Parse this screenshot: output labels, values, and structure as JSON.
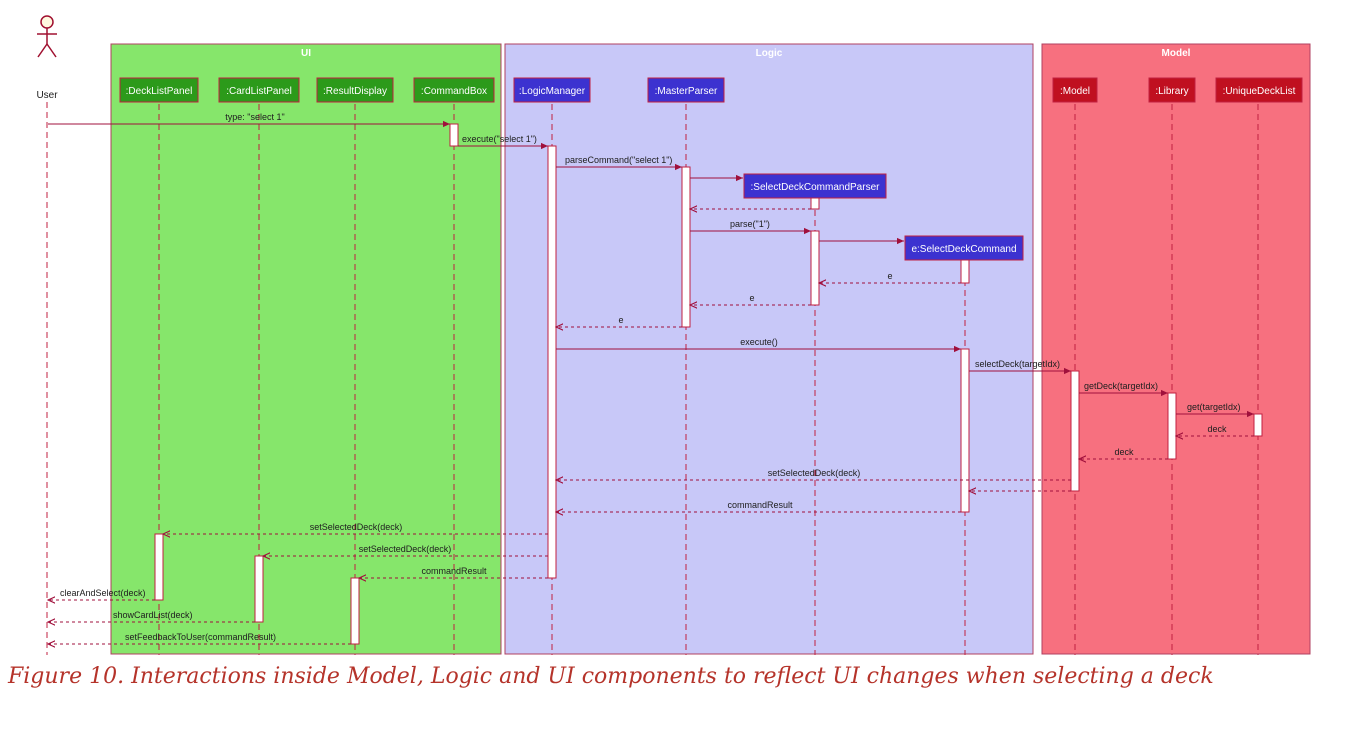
{
  "actor": {
    "label": "User"
  },
  "boxes": [
    {
      "id": "ui",
      "title": "UI"
    },
    {
      "id": "logic",
      "title": "Logic"
    },
    {
      "id": "model",
      "title": "Model"
    }
  ],
  "participants": [
    {
      "id": "user",
      "label": "User"
    },
    {
      "id": "decklistpanel",
      "label": ":DeckListPanel",
      "style": "ui"
    },
    {
      "id": "cardlistpanel",
      "label": ":CardListPanel",
      "style": "ui"
    },
    {
      "id": "resultdisplay",
      "label": ":ResultDisplay",
      "style": "ui"
    },
    {
      "id": "commandbox",
      "label": ":CommandBox",
      "style": "ui"
    },
    {
      "id": "logicmanager",
      "label": ":LogicManager",
      "style": "logic"
    },
    {
      "id": "masterparser",
      "label": ":MasterParser",
      "style": "logic"
    },
    {
      "id": "selectdeckcommandparser",
      "label": ":SelectDeckCommandParser",
      "style": "logic"
    },
    {
      "id": "selectdeckcommand",
      "label": "e:SelectDeckCommand",
      "style": "logic"
    },
    {
      "id": "model",
      "label": ":Model",
      "style": "model"
    },
    {
      "id": "library",
      "label": ":Library",
      "style": "model"
    },
    {
      "id": "uniquedecklist",
      "label": ":UniqueDeckList",
      "style": "model"
    }
  ],
  "messages": [
    {
      "from": "user",
      "to": "commandbox",
      "label": "type: \"select 1\"",
      "kind": "sync"
    },
    {
      "from": "commandbox",
      "to": "logicmanager",
      "label": "execute(\"select 1\")",
      "kind": "sync"
    },
    {
      "from": "logicmanager",
      "to": "masterparser",
      "label": "parseCommand(\"select 1\")",
      "kind": "sync"
    },
    {
      "from": "masterparser",
      "to": "selectdeckcommandparser",
      "label": "",
      "kind": "create"
    },
    {
      "from": "selectdeckcommandparser",
      "to": "masterparser",
      "label": "",
      "kind": "return"
    },
    {
      "from": "masterparser",
      "to": "selectdeckcommandparser",
      "label": "parse(\"1\")",
      "kind": "sync"
    },
    {
      "from": "selectdeckcommandparser",
      "to": "selectdeckcommand",
      "label": "",
      "kind": "create"
    },
    {
      "from": "selectdeckcommand",
      "to": "selectdeckcommandparser",
      "label": "e",
      "kind": "return"
    },
    {
      "from": "selectdeckcommandparser",
      "to": "masterparser",
      "label": "e",
      "kind": "return"
    },
    {
      "from": "masterparser",
      "to": "logicmanager",
      "label": "e",
      "kind": "return"
    },
    {
      "from": "logicmanager",
      "to": "selectdeckcommand",
      "label": "execute()",
      "kind": "sync"
    },
    {
      "from": "selectdeckcommand",
      "to": "model",
      "label": "selectDeck(targetIdx)",
      "kind": "sync"
    },
    {
      "from": "model",
      "to": "library",
      "label": "getDeck(targetIdx)",
      "kind": "sync"
    },
    {
      "from": "library",
      "to": "uniquedecklist",
      "label": "get(targetIdx)",
      "kind": "sync"
    },
    {
      "from": "uniquedecklist",
      "to": "library",
      "label": "deck",
      "kind": "return"
    },
    {
      "from": "library",
      "to": "model",
      "label": "deck",
      "kind": "return"
    },
    {
      "from": "model",
      "to": "logicmanager",
      "label": "setSelectedDeck(deck)",
      "kind": "return"
    },
    {
      "from": "model",
      "to": "selectdeckcommand",
      "label": "",
      "kind": "return"
    },
    {
      "from": "selectdeckcommand",
      "to": "logicmanager",
      "label": "commandResult",
      "kind": "return"
    },
    {
      "from": "logicmanager",
      "to": "decklistpanel",
      "label": "setSelectedDeck(deck)",
      "kind": "return"
    },
    {
      "from": "logicmanager",
      "to": "cardlistpanel",
      "label": "setSelectedDeck(deck)",
      "kind": "return"
    },
    {
      "from": "logicmanager",
      "to": "resultdisplay",
      "label": "commandResult",
      "kind": "return"
    },
    {
      "from": "decklistpanel",
      "to": "user",
      "label": "clearAndSelect(deck)",
      "kind": "return"
    },
    {
      "from": "cardlistpanel",
      "to": "user",
      "label": "showCardList(deck)",
      "kind": "return"
    },
    {
      "from": "resultdisplay",
      "to": "user",
      "label": "setFeedbackToUser(commandResult)",
      "kind": "return"
    }
  ],
  "colors": {
    "ui_box_fill": "#86e66b",
    "logic_box_fill": "#c8c8f8",
    "model_box_fill": "#f7707f",
    "box_border": "#b04060",
    "ui_participant_fill": "#2c9a1a",
    "logic_participant_fill": "#3c32d0",
    "model_participant_fill": "#c01020",
    "participant_border": "#c02040",
    "arrow": "#a0103c",
    "label_text": "#202020",
    "caption": "#b5332a"
  },
  "caption": "Figure 10. Interactions inside Model, Logic and UI components to reflect UI changes when selecting a deck"
}
